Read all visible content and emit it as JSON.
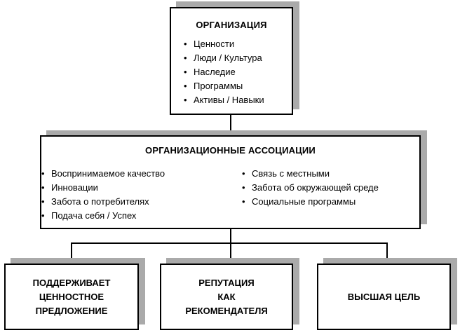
{
  "diagram": {
    "colors": {
      "background": "#ffffff",
      "box_fill": "#ffffff",
      "border": "#000000",
      "text": "#000000",
      "shadow": "#aaaaaa"
    },
    "organization": {
      "title": "ОРГАНИЗАЦИЯ",
      "items": [
        "Ценности",
        "Люди / Культура",
        "Наследие",
        "Программы",
        "Активы / Навыки"
      ]
    },
    "associations": {
      "title": "ОРГАНИЗАЦИОННЫЕ АССОЦИАЦИИ",
      "left_items": [
        "Воспринимаемое качество",
        "Инновации",
        "Забота о потребителях",
        "Подача себя / Успех"
      ],
      "right_items": [
        "Связь с местными",
        "Забота об окружающей среде",
        "Социальные программы"
      ]
    },
    "outcomes": {
      "value_proposition": {
        "lines": [
          "ПОДДЕРЖИВАЕТ",
          "ЦЕННОСТНОЕ",
          "ПРЕДЛОЖЕНИЕ"
        ]
      },
      "reputation": {
        "lines": [
          "РЕПУТАЦИЯ",
          "КАК",
          "РЕКОМЕНДАТЕЛЯ"
        ]
      },
      "higher_purpose": {
        "lines": [
          "ВЫСШАЯ ЦЕЛЬ"
        ]
      }
    }
  }
}
